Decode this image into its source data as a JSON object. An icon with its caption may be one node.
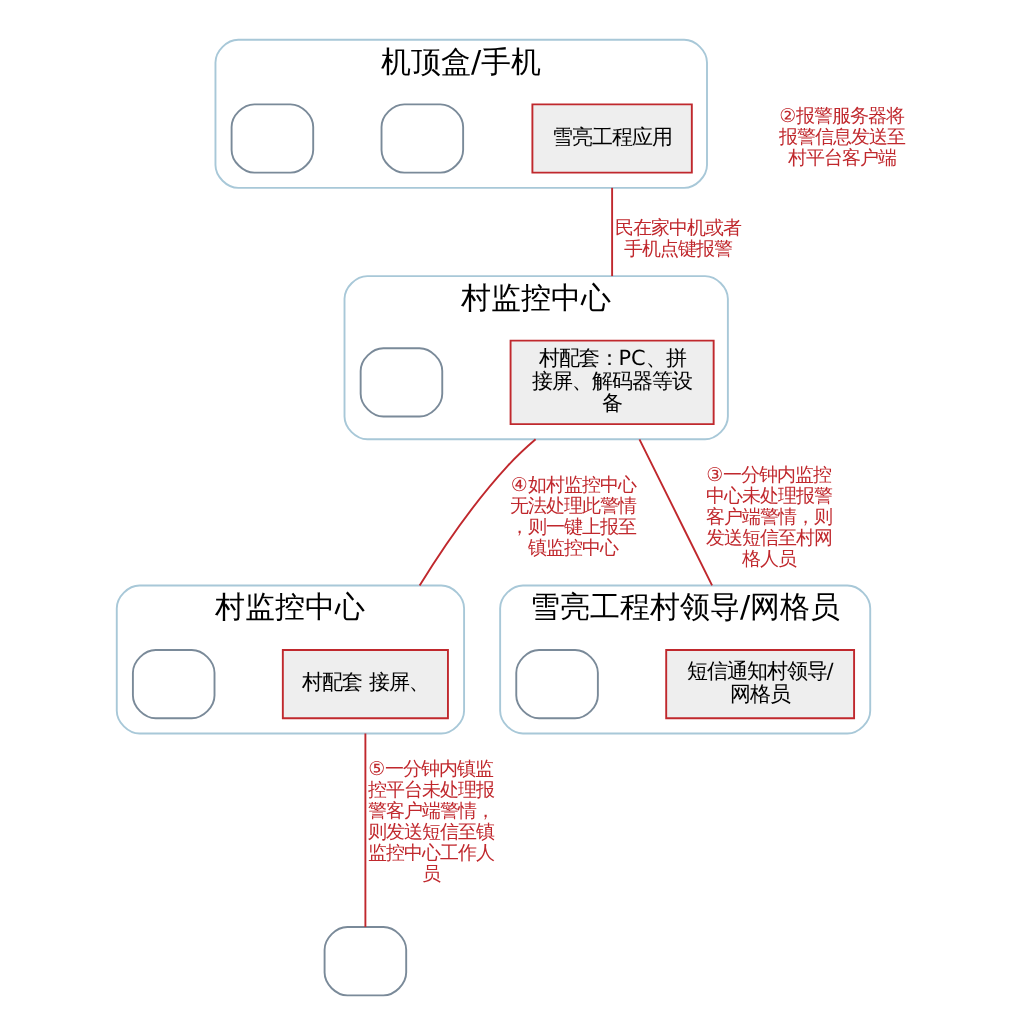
{
  "diagram": {
    "nodes": [
      {
        "text": [
          "村监控中心"
        ]
      },
      {
        "text": [
          "村配套 接屏、"
        ],
        "in": 0
      },
      {
        "text": [],
        "shape": "box",
        "in": 0
      },
      {
        "text": [
          "村监控中心"
        ]
      },
      {
        "text": [
          "村配套：PC、拼接屏、解码器等设备"
        ],
        "in": 3
      },
      {
        "text": [],
        "shape": "box",
        "in": 3
      },
      {
        "text": [],
        "shape": "box"
      },
      {
        "text": [
          "机顶盒/手机"
        ]
      },
      {
        "text": [
          "雪亮工程应用"
        ],
        "in": 7
      },
      {
        "text": [],
        "shape": "box",
        "in": 7
      },
      {
        "text": [],
        "shape": "box",
        "in": 7
      },
      {
        "text": [
          "雪亮工程村领导/网格员"
        ]
      },
      {
        "text": [
          "短信通知村领导/网格员"
        ],
        "in": 11
      },
      {
        "text": [],
        "shape": "box",
        "in": 11
      }
    ],
    "edges": [
      {
        "from": 7,
        "to": 3,
        "arrow": "none",
        "label": "民在家中机或者手机点键报警",
        "color": "#c0282d"
      },
      {
        "from": 3,
        "to": 0,
        "arrow": "none",
        "label": "④如村监控中心无法处理此警情，则一键上报至镇监控中心",
        "color": "#c0282d"
      },
      {
        "from": 3,
        "to": 11,
        "arrow": "none",
        "label": "③一分钟内监控中心未处理报警客户端警情，则发送短信至村网格人员",
        "color": "#c0282d"
      },
      {
        "from": 0,
        "to": 6,
        "arrow": "none",
        "label": "⑤一分钟内镇监控平台未处理报警客户端警情，则发送短信至镇监控中心工作人员",
        "color": "#c0282d"
      }
    ],
    "labels": [
      "②报警服务器将报警信息发送至村平台客户端"
    ]
  }
}
